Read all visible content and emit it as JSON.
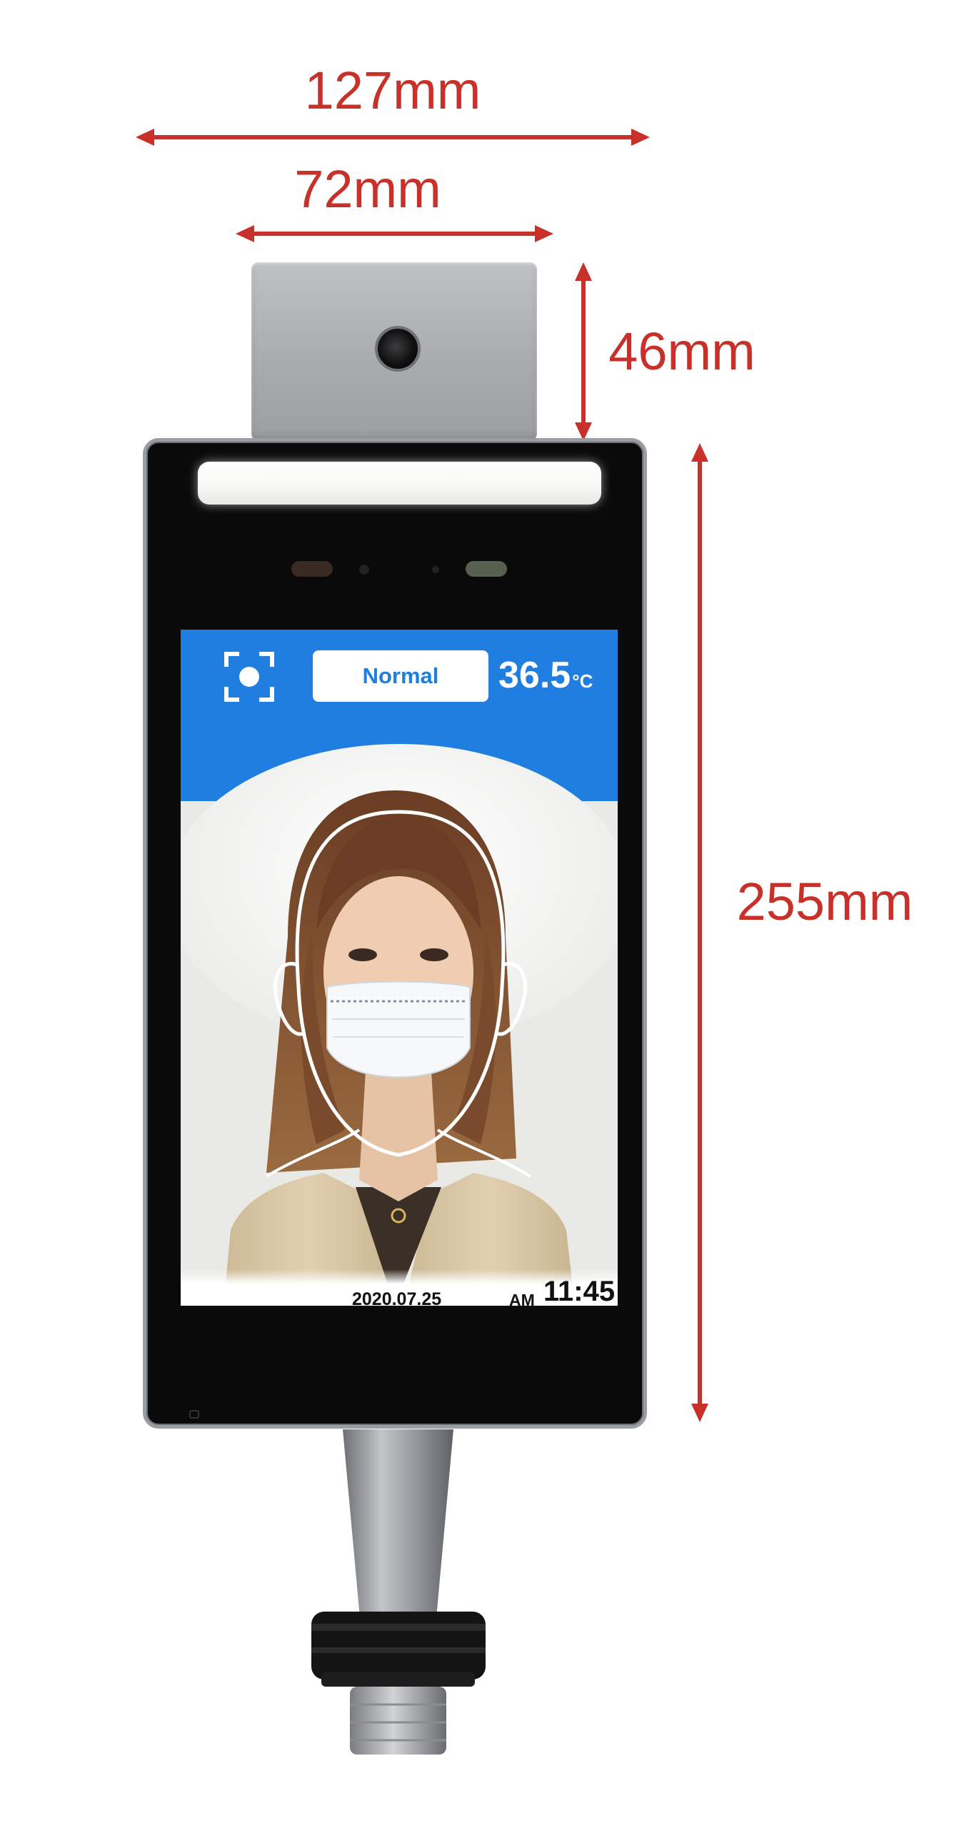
{
  "dimensions": {
    "overall_width": "127mm",
    "camera_width": "72mm",
    "camera_height": "46mm",
    "device_height": "255mm"
  },
  "screen": {
    "status_text": "Normal",
    "temperature_value": "36.5",
    "temperature_unit": "°C",
    "date": "2020.07.25",
    "ampm": "AM",
    "time": "11:45"
  },
  "colors": {
    "dimension_red": "#c8302a",
    "screen_blue": "#1f7ee0"
  }
}
